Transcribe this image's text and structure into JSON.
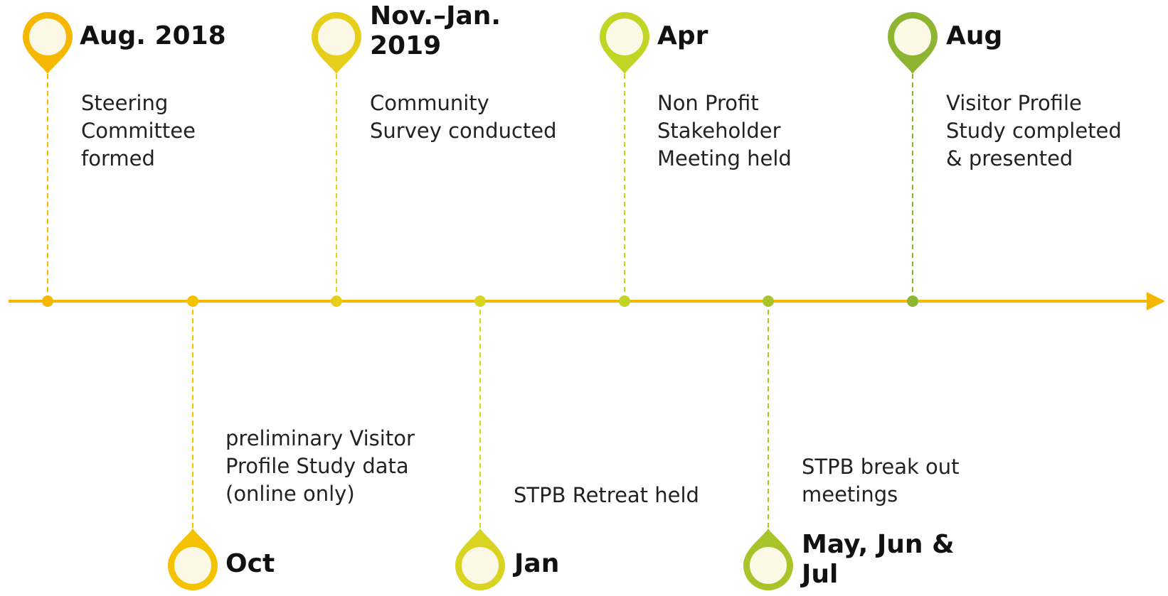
{
  "timeline": {
    "axis_color": "#F5B700",
    "milestones": [
      {
        "id": "aug-2018",
        "title": "Aug. 2018",
        "description": "Steering\nCommittee\nformed",
        "side": "top",
        "color": "#F5B700"
      },
      {
        "id": "oct",
        "title": "Oct",
        "description": "preliminary Visitor\nProfile Study data\n(online only)",
        "side": "bottom",
        "color": "#F5C200"
      },
      {
        "id": "nov-jan-2019",
        "title": "Nov.–Jan. 2019",
        "description": "Community\nSurvey conducted",
        "side": "top",
        "color": "#E6CF1A"
      },
      {
        "id": "jan",
        "title": "Jan",
        "description": "STPB Retreat held",
        "side": "bottom",
        "color": "#D9D422"
      },
      {
        "id": "apr",
        "title": "Apr",
        "description": "Non Profit\nStakeholder\nMeeting held",
        "side": "top",
        "color": "#C2D424"
      },
      {
        "id": "may-jun-jul",
        "title": "May, Jun & Jul",
        "description": "STPB break out\nmeetings",
        "side": "bottom",
        "color": "#A9C42A"
      },
      {
        "id": "aug",
        "title": "Aug",
        "description": "Visitor Profile\nStudy completed\n& presented",
        "side": "top",
        "color": "#8DB531"
      }
    ]
  }
}
